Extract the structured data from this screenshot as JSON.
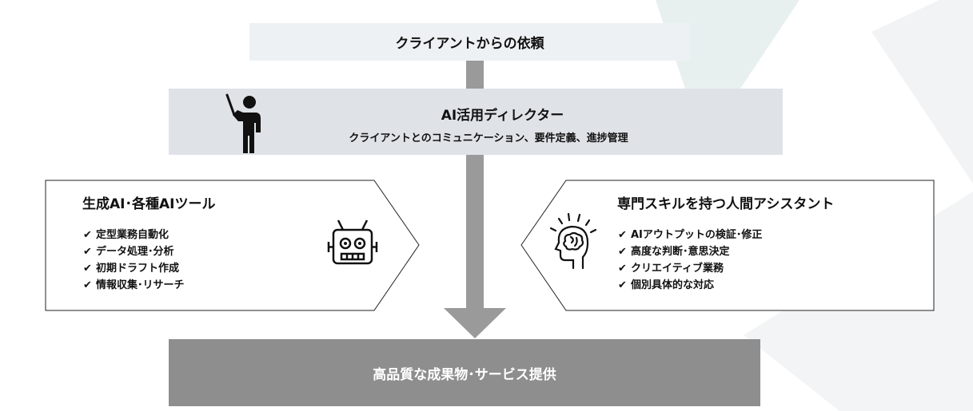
{
  "top": {
    "label": "クライアントからの依頼"
  },
  "director": {
    "title": "AI活用ディレクター",
    "subtitle": "クライアントとのコミュニケーション、要件定義、進捗管理",
    "icon": "person-pointing-icon"
  },
  "left_panel": {
    "title": "生成AI･各種AIツール",
    "icon": "robot-icon",
    "check_mark": "✔",
    "items": [
      "定型業務自動化",
      "データ処理･分析",
      "初期ドラフト作成",
      "情報収集･リサーチ"
    ]
  },
  "right_panel": {
    "title": "専門スキルを持つ人間アシスタント",
    "icon": "human-brain-icon",
    "check_mark": "✔",
    "items": [
      "AIアウトプットの検証･修正",
      "高度な判断･意思決定",
      "クリエイティブ業務",
      "個別具体的な対応"
    ]
  },
  "bottom": {
    "label": "高品質な成果物･サービス提供"
  },
  "colors": {
    "top_box": "#eef1f3",
    "director_box": "#dfe3e8",
    "arrow": "#9a9a9a",
    "bottom_box": "#8e8e8e",
    "decoration": "#e6eeee"
  }
}
